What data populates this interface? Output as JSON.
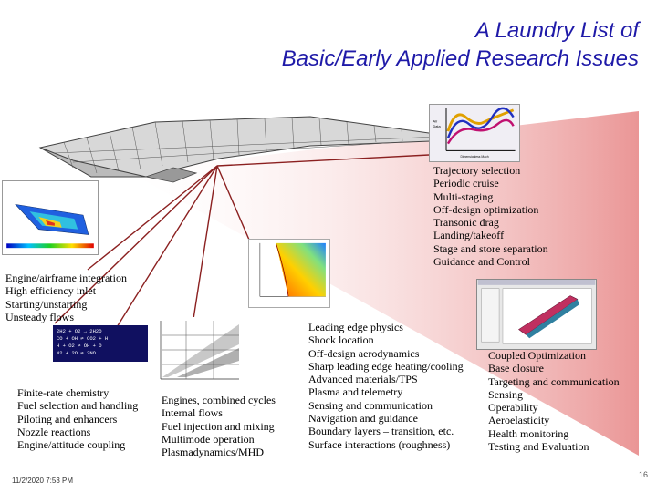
{
  "title": {
    "line1": "A Laundry List of",
    "line2": "Basic/Early Applied Research Issues"
  },
  "trajectory_list": [
    "Trajectory selection",
    "Periodic cruise",
    "Multi-staging",
    "Off-design optimization",
    "Transonic drag",
    "Landing/takeoff",
    "Stage and store separation",
    "Guidance and Control"
  ],
  "engine_airframe_list": [
    "Engine/airframe integration",
    "High efficiency inlet",
    "Starting/unstarting",
    "Unsteady flows"
  ],
  "chemistry_list": [
    "Finite-rate chemistry",
    "Fuel selection and handling",
    "Piloting and enhancers",
    "Nozzle reactions",
    "Engine/attitude coupling"
  ],
  "engines_list": [
    "Engines, combined cycles",
    "Internal flows",
    "Fuel injection and mixing",
    "Multimode operation",
    "Plasmadynamics/MHD"
  ],
  "leading_edge_list": [
    "Leading edge physics",
    "Shock location",
    "Off-design aerodynamics",
    "Sharp leading edge heating/cooling",
    "Advanced materials/TPS",
    "Plasma and telemetry",
    "Sensing and communication",
    "Navigation and guidance",
    "Boundary layers – transition, etc.",
    "Surface interactions (roughness)"
  ],
  "coupled_list": [
    "Coupled Optimization",
    "Base closure",
    "Targeting and communication",
    "Sensing",
    "Operability",
    "Aeroelasticity",
    "Health monitoring",
    "Testing and Evaluation"
  ],
  "chart_panel": {
    "ylabel_line1": "Air",
    "ylabel_line2": "Data",
    "xlabel": "Dimensionless Mach"
  },
  "chemistry_panel": {
    "line1": "2H2 + O2 → 2H2O",
    "line2": "CO + OH ⇌ CO2 + H",
    "line3": "H + O2 ⇌ OH + O",
    "line4": "N2 + 2O ⇌ 2NO"
  },
  "footer": {
    "date": "11/2/2020 7:53 PM",
    "page": "16"
  },
  "colors": {
    "title": "#1f1aa8",
    "ray_dark": "#8b2020",
    "ray_light": "#e88a8a"
  }
}
